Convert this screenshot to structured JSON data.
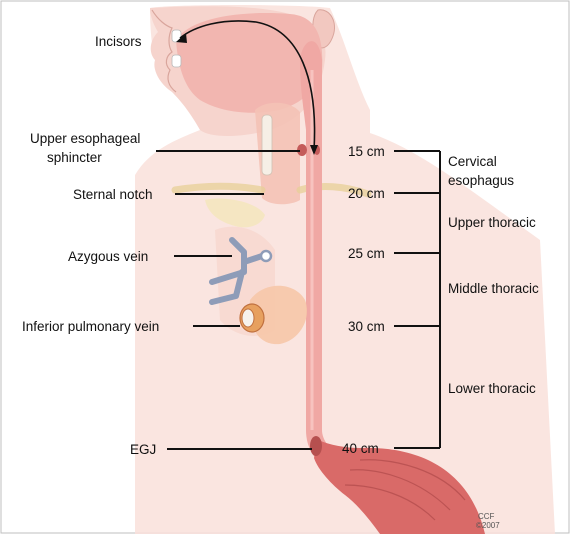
{
  "diagram": {
    "left_labels": {
      "incisors": "Incisors",
      "ues_line1": "Upper esophageal",
      "ues_line2": "sphincter",
      "sternal_notch": "Sternal notch",
      "azygous_vein": "Azygous vein",
      "inferior_pulmonary_vein": "Inferior pulmonary vein",
      "egj": "EGJ"
    },
    "distances": {
      "d15": "15 cm",
      "d20": "20 cm",
      "d25": "25 cm",
      "d30": "30 cm",
      "d40": "40 cm"
    },
    "segments": {
      "cervical_line1": "Cervical",
      "cervical_line2": "esophagus",
      "upper_thoracic": "Upper thoracic",
      "middle_thoracic": "Middle thoracic",
      "lower_thoracic": "Lower thoracic"
    },
    "credit": {
      "line1": "CCF",
      "line2": "©2007"
    },
    "colors": {
      "skin": "#f8dcd6",
      "esophagus": "#f0a8a4",
      "stomach": "#d96a68",
      "vein": "#8e9cb8"
    }
  }
}
